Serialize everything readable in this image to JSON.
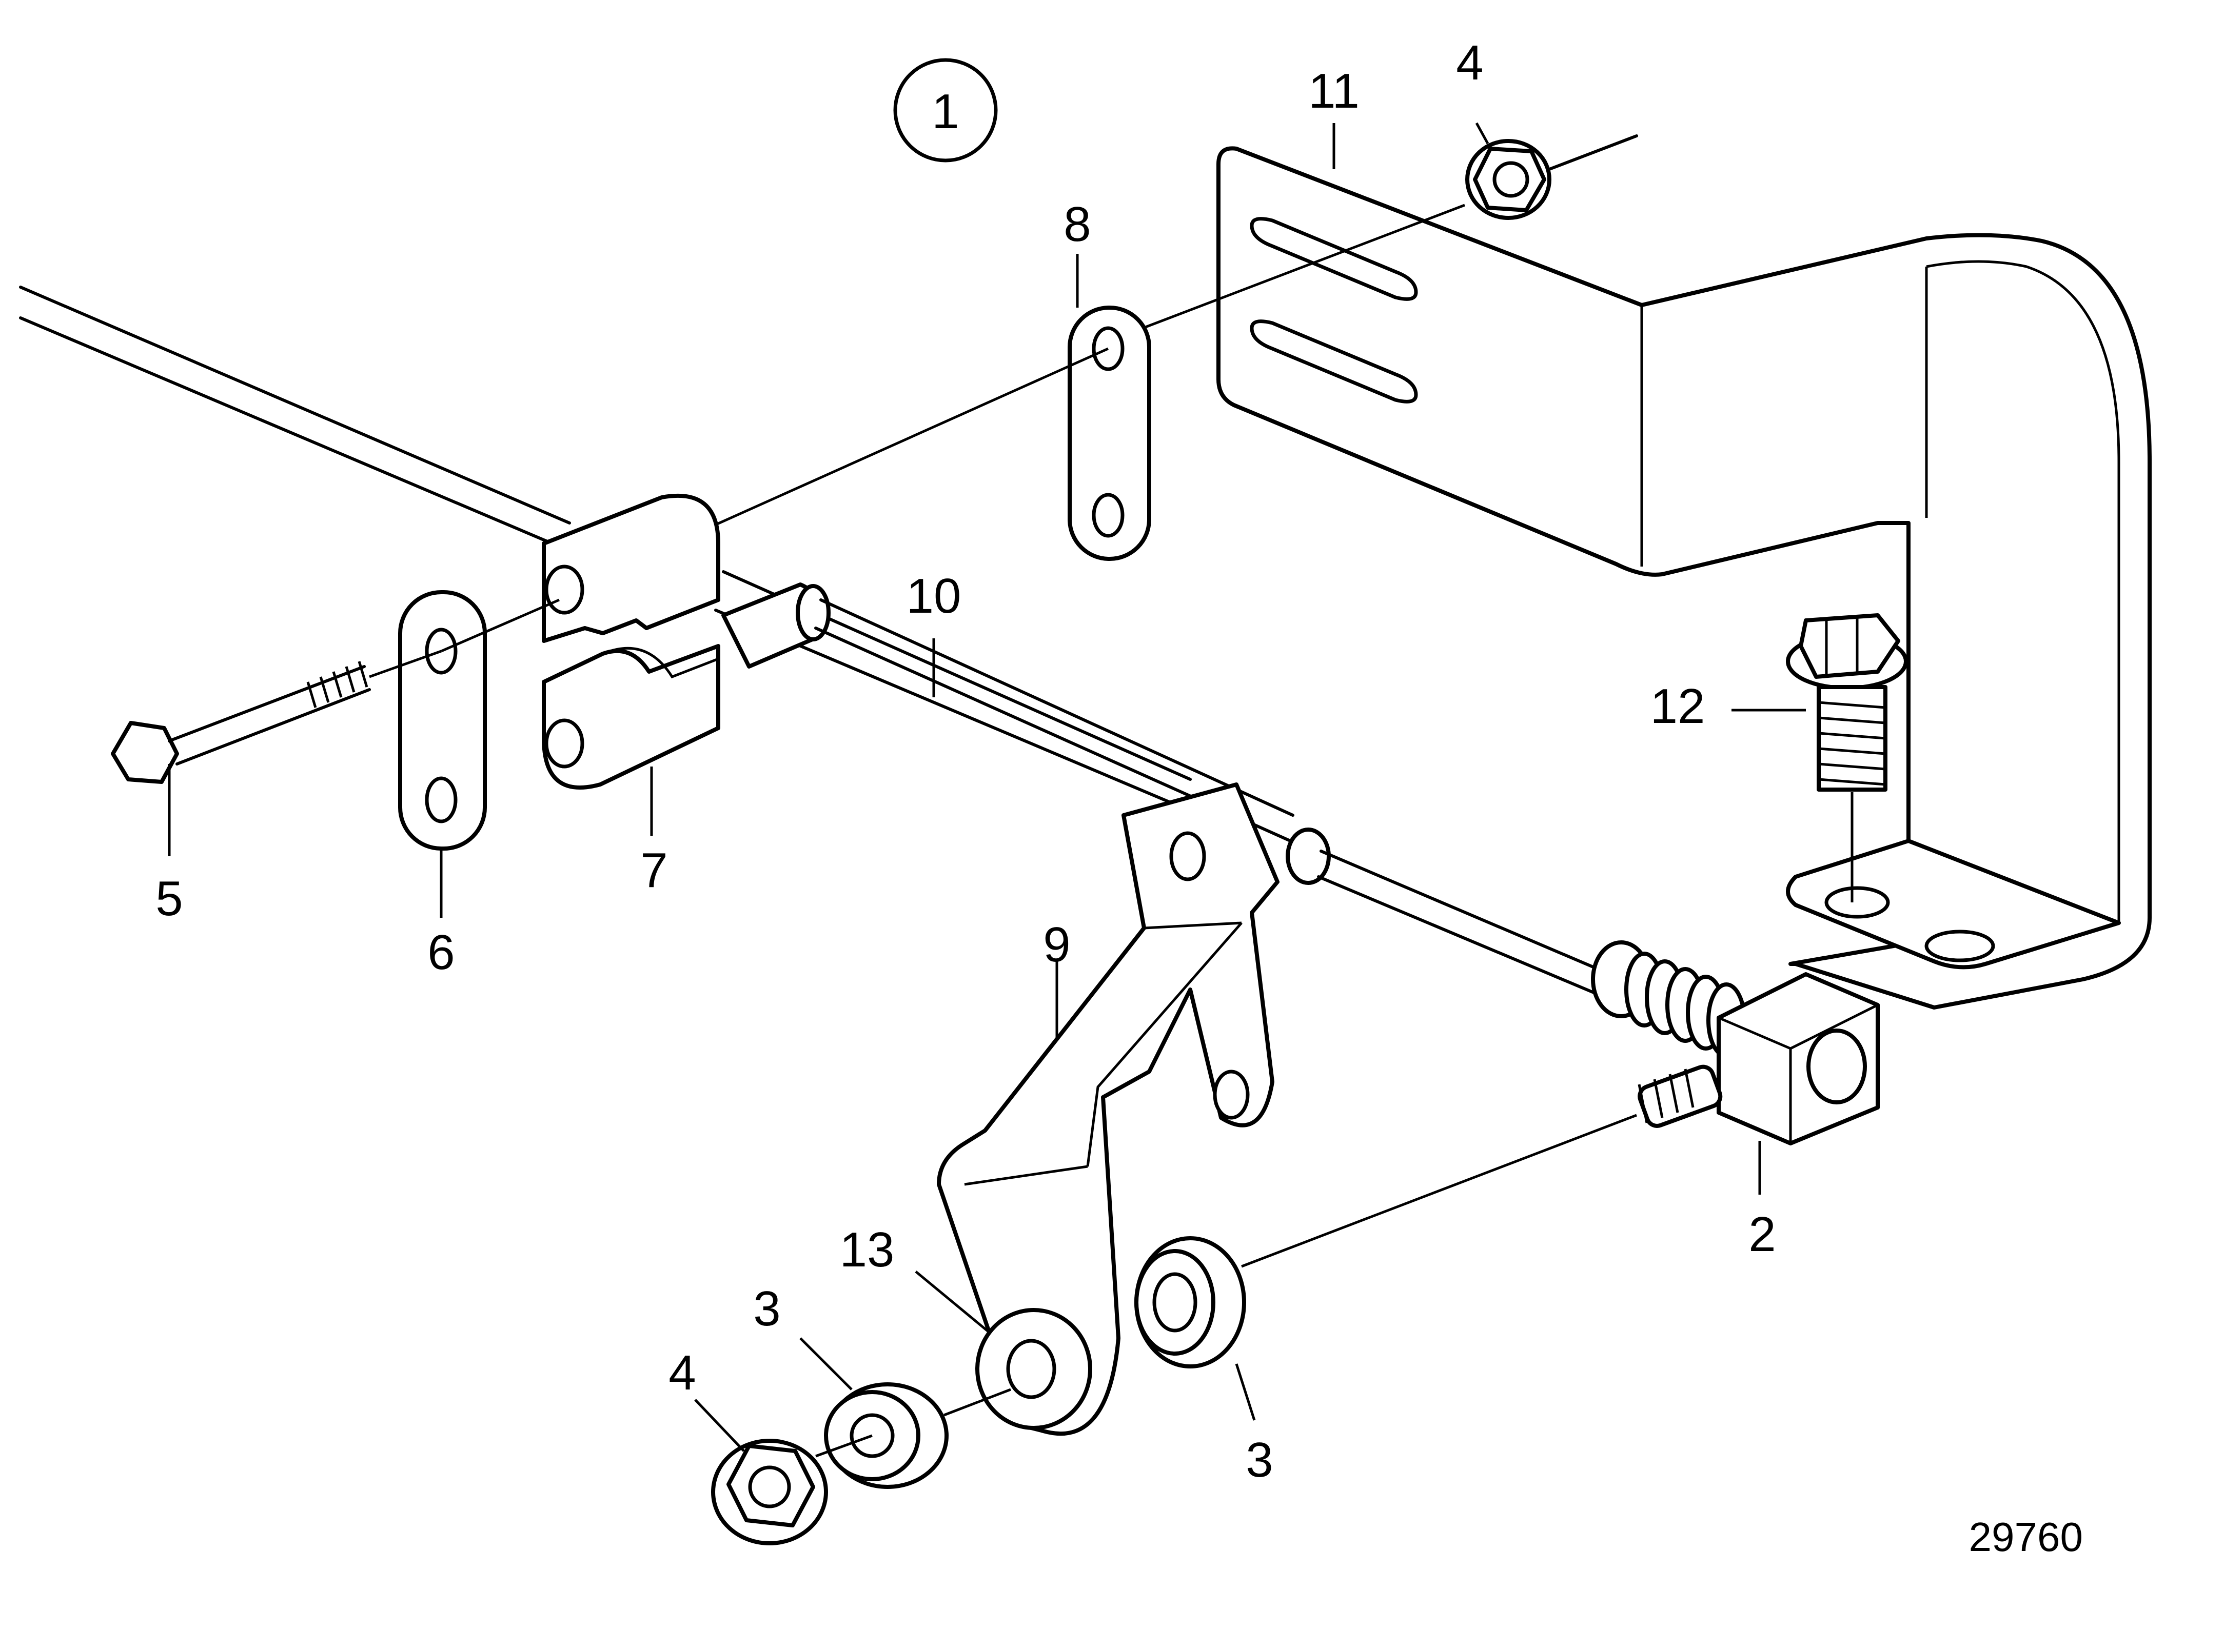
{
  "figure_number": "1",
  "figure_id": "29760",
  "callouts": [
    {
      "id": "c11",
      "label": "11",
      "part": "bracket"
    },
    {
      "id": "c4a",
      "label": "4",
      "part": "flange-nut-top"
    },
    {
      "id": "c8",
      "label": "8",
      "part": "link-plate-rear"
    },
    {
      "id": "c10",
      "label": "10",
      "part": "control-rod"
    },
    {
      "id": "c12",
      "label": "12",
      "part": "bracket-bolt"
    },
    {
      "id": "c5",
      "label": "5",
      "part": "clamp-bolt"
    },
    {
      "id": "c6",
      "label": "6",
      "part": "link-plate-front"
    },
    {
      "id": "c7",
      "label": "7",
      "part": "cable-clamp"
    },
    {
      "id": "c9",
      "label": "9",
      "part": "lever-arm"
    },
    {
      "id": "c2",
      "label": "2",
      "part": "ball-joint"
    },
    {
      "id": "c13",
      "label": "13",
      "part": "bushing-hole"
    },
    {
      "id": "c3a",
      "label": "3",
      "part": "washer-front"
    },
    {
      "id": "c4b",
      "label": "4",
      "part": "flange-nut-bottom"
    },
    {
      "id": "c3b",
      "label": "3",
      "part": "washer-rear"
    }
  ]
}
